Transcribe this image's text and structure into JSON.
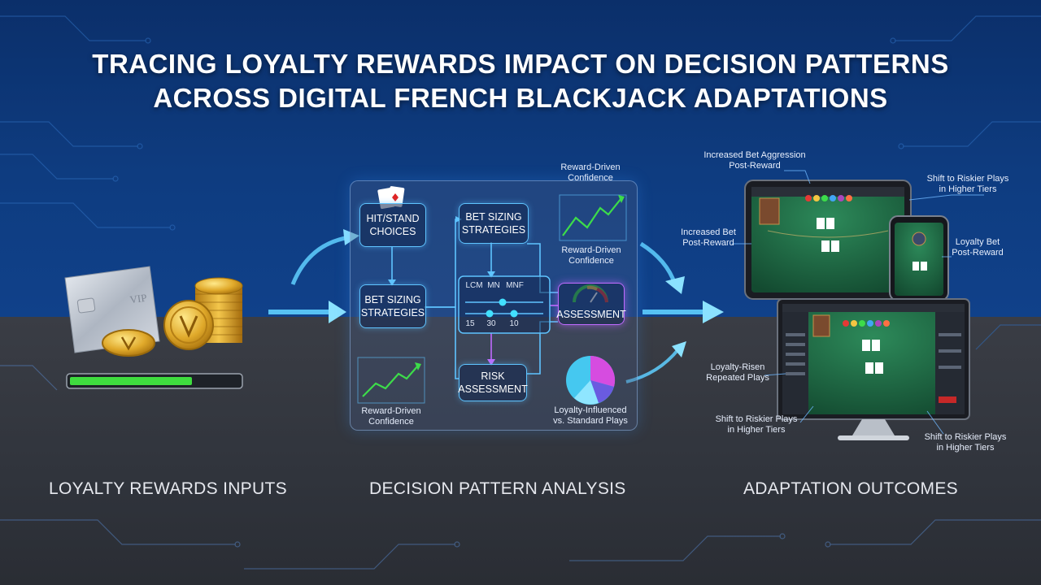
{
  "title": {
    "line1": "TRACING LOYALTY REWARDS IMPACT ON DECISION PATTERNS",
    "line2": "ACROSS DIGITAL FRENCH BLACKJACK ADAPTATIONS"
  },
  "sections": {
    "inputs": "LOYALTY REWARDS INPUTS",
    "analysis": "DECISION PATTERN ANALYSIS",
    "outcomes": "ADAPTATION OUTCOMES"
  },
  "inputs": {
    "card_text": "VIP",
    "progress": 0.72
  },
  "panel": {
    "hit_stand": [
      "HIT/STAND",
      "CHOICES"
    ],
    "bet_sizing_top": [
      "BET SIZING",
      "STRATEGIES"
    ],
    "bet_sizing_left": [
      "BET SIZING",
      "STRATEGIES"
    ],
    "assessment": "ASSESSMENT",
    "risk": [
      "RISK",
      "ASSESSMENT"
    ],
    "slider_labels": [
      "LCM",
      "MN",
      "MNF"
    ],
    "slider_values": [
      "15",
      "30",
      "10"
    ],
    "confidence_bottom": [
      "Reward-Driven",
      "Confidence"
    ],
    "confidence_right": [
      "Reward-Driven",
      "Confidence"
    ],
    "confidence_top": [
      "Reward-Driven",
      "Confidence"
    ],
    "pie_caption": [
      "Loyalty-Influenced",
      "vs. Standard Plays"
    ]
  },
  "outcomes": {
    "aggression": [
      "Increased Bet Aggression",
      "Post-Reward"
    ],
    "riskier_top": [
      "Shift to Riskier Plays",
      "in Higher Tiers"
    ],
    "increased_bet": [
      "Increased Bet",
      "Post-Reward"
    ],
    "loyalty_bet": [
      "Loyalty Bet",
      "Post-Reward"
    ],
    "loyalty_repeated": [
      "Loyalty-Risen",
      "Repeated Plays"
    ],
    "riskier_mid": [
      "Shift to Riskier Plays",
      "in Higher Tiers"
    ],
    "riskier_bottom": [
      "Shift to Riskier Plays",
      "in Higher Tiers"
    ]
  },
  "colors": {
    "accent_cyan": "#5fc4ff",
    "accent_purple": "#c06bff",
    "chart_green": "#3ddc4a",
    "felt_green": "#1f6b45"
  }
}
